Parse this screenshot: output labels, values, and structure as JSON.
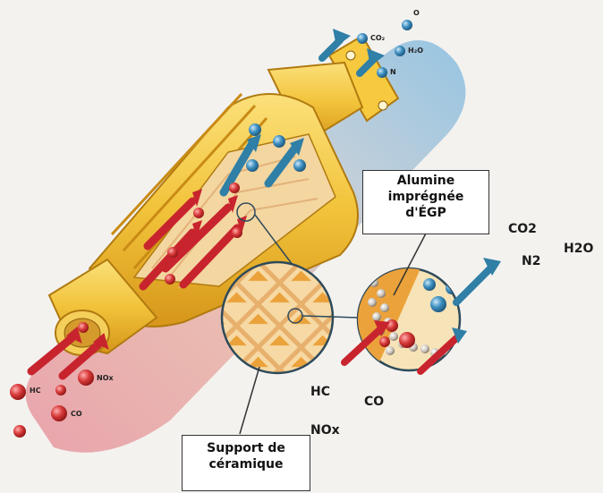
{
  "labels": {
    "inlet": {
      "hc": "HC",
      "nox": "NOx",
      "co": "CO"
    },
    "outlet": {
      "o": "O",
      "co2": "CO₂",
      "h2o": "H₂O",
      "n": "N"
    },
    "detail_in": {
      "hc": "HC",
      "co": "CO",
      "nox": "NOx"
    },
    "detail_out": {
      "co2": "CO2",
      "n2": "N2",
      "h2o": "H2O"
    },
    "alumina_box": [
      "Alumine",
      "imprégnée",
      "d'ÉGP"
    ],
    "ceramic_box": [
      "Support de",
      "céramique"
    ]
  },
  "colors": {
    "hot_band": "#e8a0a8",
    "cool_band": "#8fc1e0",
    "converter_body": "#f2c33a",
    "converter_shade": "#d89a1c",
    "inlet_arrow": "#c8242e",
    "outlet_arrow": "#2f7fa6",
    "pollutant_ball": "#d23a3a",
    "clean_ball": "#3d8fc0"
  }
}
